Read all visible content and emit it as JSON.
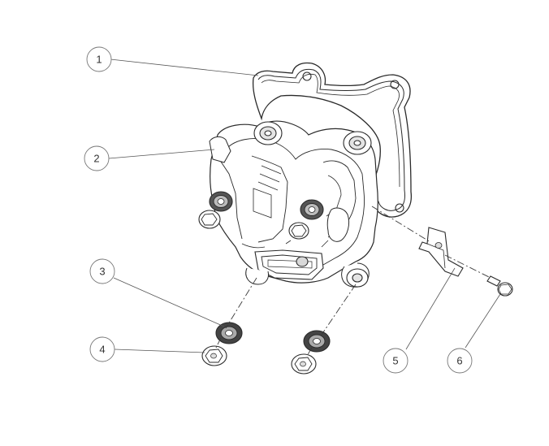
{
  "diagram": {
    "callouts": [
      {
        "label": "1",
        "part": "gasket"
      },
      {
        "label": "2",
        "part": "cylinder-head-cover"
      },
      {
        "label": "3",
        "part": "rubber-washer"
      },
      {
        "label": "4",
        "part": "flange-nut"
      },
      {
        "label": "5",
        "part": "bracket"
      },
      {
        "label": "6",
        "part": "bolt"
      }
    ]
  }
}
